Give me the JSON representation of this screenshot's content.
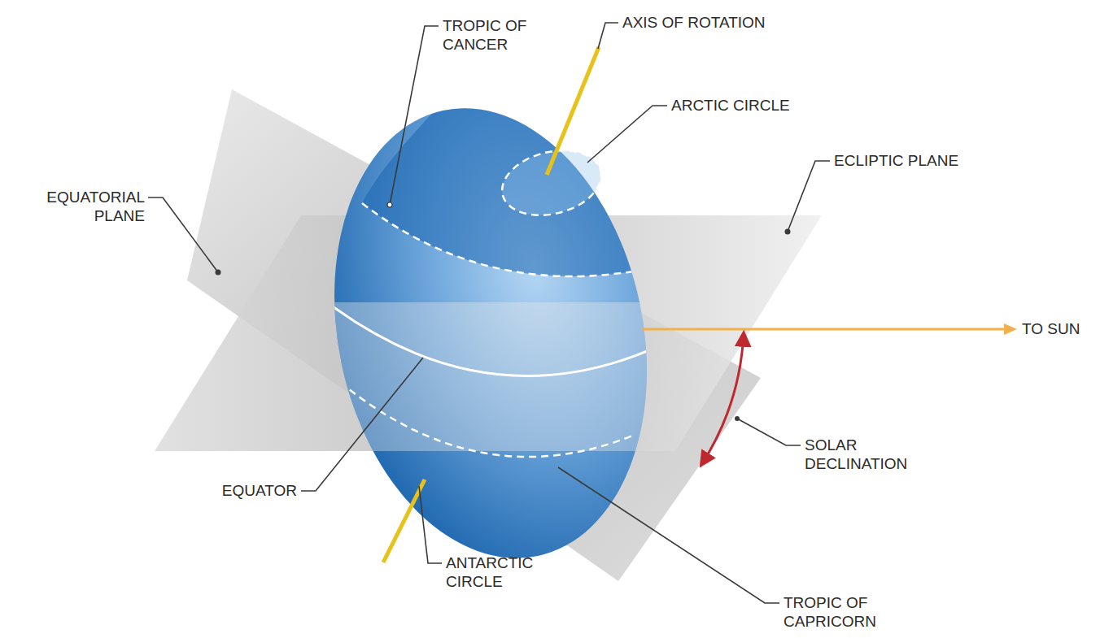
{
  "diagram": {
    "labels": [
      "TROPIC OF CANCER",
      "AXIS OF ROTATION",
      "ARCTIC CIRCLE",
      "ECLIPTIC PLANE",
      "EQUATORIAL PLANE",
      "TO SUN",
      "SOLAR DECLINATION",
      "EQUATOR",
      "ANTARCTIC CIRCLE",
      "TROPIC OF CAPRICORN"
    ]
  }
}
